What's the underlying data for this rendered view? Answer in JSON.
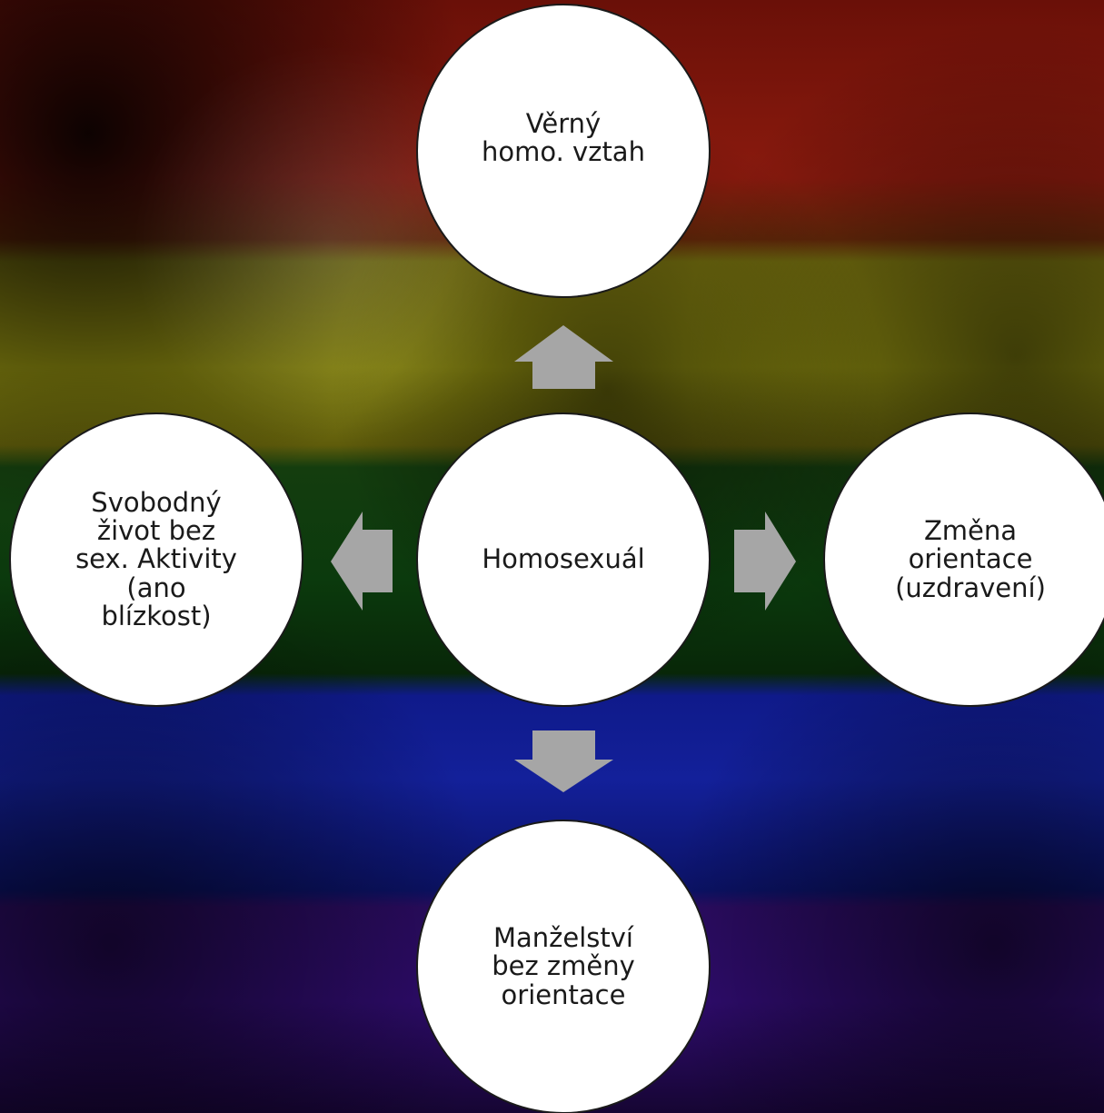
{
  "diagram": {
    "center": {
      "label": "Homosexuál"
    },
    "outcomes": {
      "top": {
        "label": "Věrný\nhomo. vztah"
      },
      "right": {
        "label": "Změna\norientace\n(uzdravení)"
      },
      "bottom": {
        "label": "Manželství\nbez změny\norientace"
      },
      "left": {
        "label": "Svobodný\nživot bez\nsex. Aktivity\n(ano\nblízkost)"
      }
    }
  },
  "colors": {
    "node_fill": "#ffffff",
    "node_border": "#1a1a1a",
    "arrow": "#a6a6a6",
    "flag_red": "#8a1a0e",
    "flag_yellow": "#8c8a10",
    "flag_green": "#0b3a0d",
    "flag_blue": "#0f1a8a",
    "flag_purple": "#2f0c6e"
  }
}
